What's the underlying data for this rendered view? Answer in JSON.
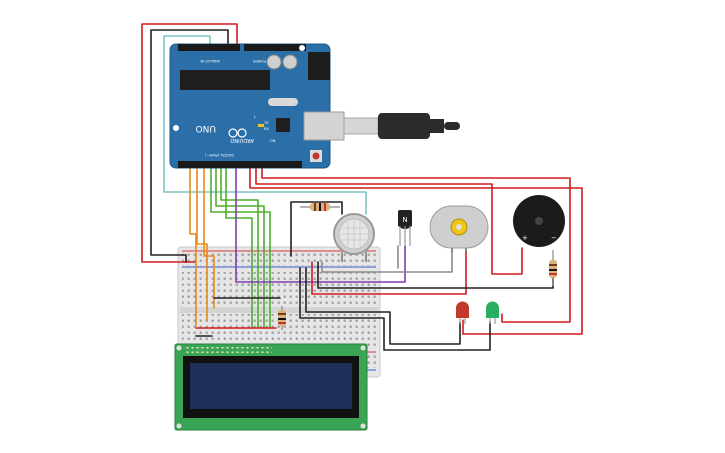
{
  "arduino": {
    "model_label": "UNO",
    "brand_label": "ARDUINO",
    "digital_label": "DIGITAL (PWM~)",
    "analog_label": "ANALOG IN",
    "power_label": "POWER",
    "tx_label": "TX",
    "rx_label": "RX",
    "l_label": "L",
    "on_label": "ON",
    "board_color": "#2a6fa8"
  },
  "gas_sensor": {
    "label": ""
  },
  "transistor": {
    "label": "N"
  },
  "buzzer": {
    "plus_label": "+",
    "minus_label": "−"
  },
  "leds": [
    {
      "name": "red-led",
      "color": "#c0392b"
    },
    {
      "name": "green-led",
      "color": "#27ae60"
    }
  ],
  "lcd": {
    "pcb_color": "#3aa655",
    "screen_color": "#1e2f5a"
  },
  "wire_colors": {
    "red": "#d01c1c",
    "black": "#222222",
    "teal": "#7fc4c4",
    "orange": "#e8891a",
    "green": "#4caf2a",
    "purple": "#7b3fb0",
    "gray": "#8a8a8a"
  }
}
